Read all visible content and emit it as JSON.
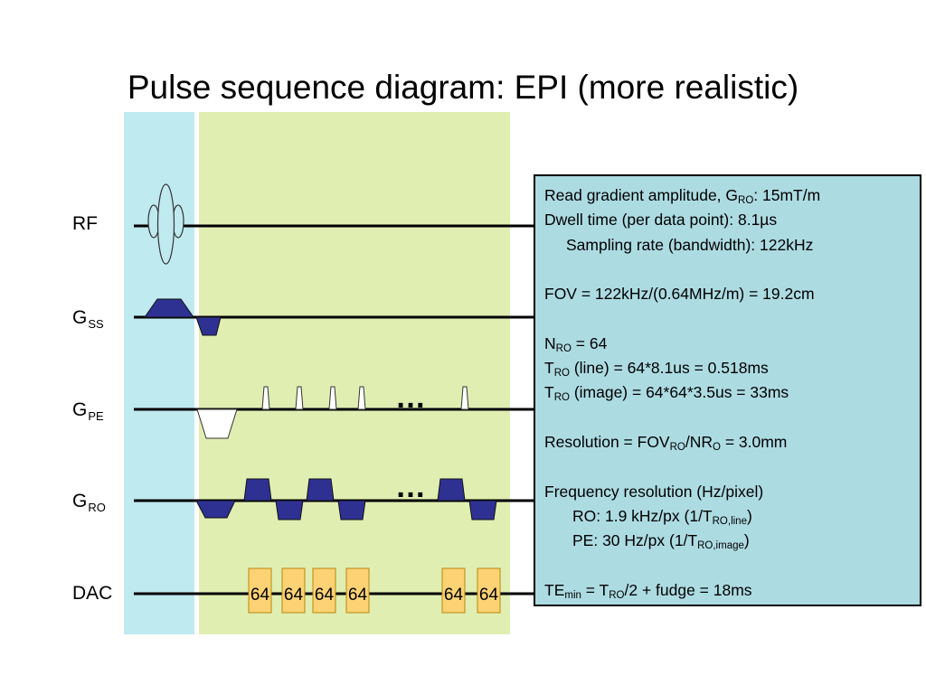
{
  "title": "Pulse sequence diagram:  EPI (more realistic)",
  "rows": {
    "rf": {
      "label": "RF"
    },
    "gss": {
      "label": "G",
      "sub": "SS"
    },
    "gpe": {
      "label": "G",
      "sub": "PE"
    },
    "gro": {
      "label": "G",
      "sub": "RO"
    },
    "dac": {
      "label": "DAC"
    }
  },
  "ellipsis": "…",
  "dac_blocks": [
    "64",
    "64",
    "64",
    "64",
    "64",
    "64"
  ],
  "colors": {
    "cyan_band": "#bfeaef",
    "green_band": "#e0eeb2",
    "gradient_fill": "#2e3192",
    "dac_fill": "#fcd274",
    "info_box": "#addbe2"
  },
  "info": {
    "read_gradient": {
      "pre": "Read gradient amplitude, G",
      "sub": "RO",
      "post": ":  15mT/m"
    },
    "dwell": "Dwell time (per data point):  8.1µs",
    "sampling": "Sampling rate (bandwidth):  122kHz",
    "fov": "FOV = 122kHz/(0.64MHz/m) = 19.2cm",
    "nro": {
      "pre": "N",
      "sub": "RO",
      "post": " = 64"
    },
    "tro_line": {
      "pre": "T",
      "sub": "RO",
      "post": " (line) = 64*8.1us = 0.518ms"
    },
    "tro_image": {
      "pre": "T",
      "sub": "RO",
      "post": " (image) = 64*64*3.5us = 33ms"
    },
    "resolution": {
      "pre": "Resolution =  FOV",
      "sub1": "RO",
      "mid": "/NR",
      "sub2": "O",
      "post": " = 3.0mm"
    },
    "freq_header": "Frequency resolution (Hz/pixel)",
    "freq_ro": {
      "pre": "RO:  1.9 kHz/px  (1/T",
      "sub": "RO,line",
      "post": ")"
    },
    "freq_pe": {
      "pre": "PE:   30 Hz/px  (1/T",
      "sub": "RO,image",
      "post": ")"
    },
    "te": {
      "pre": "TE",
      "sub1": "min",
      "mid": " = T",
      "sub2": "RO",
      "post": "/2 + fudge = 18ms"
    }
  }
}
